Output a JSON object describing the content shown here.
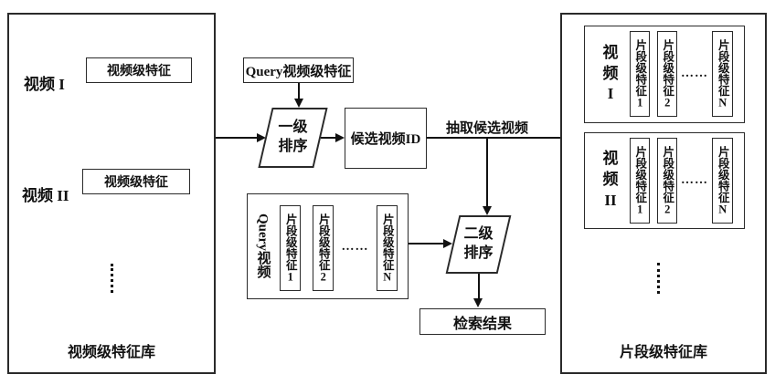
{
  "diagram": {
    "left_library": {
      "title": "视频级特征库",
      "rows": [
        {
          "label": "视频 I",
          "feature": "视频级特征"
        },
        {
          "label": "视频 II",
          "feature": "视频级特征"
        }
      ]
    },
    "query_video_box": {
      "label": "Query视频级特征"
    },
    "stage1": {
      "label": "一级\n排序"
    },
    "candidate_box": {
      "label": "候选视频ID"
    },
    "extract_edge_label": "抽取候选视频",
    "query_segment_box": {
      "label": "Query视频",
      "segments": [
        "片段级特征1",
        "片段级特征2",
        "片段级特征N"
      ],
      "ellipsis": "……"
    },
    "stage2": {
      "label": "二级\n排序"
    },
    "result_box": {
      "label": "检索结果"
    },
    "right_library": {
      "title": "片段级特征库",
      "videos": [
        {
          "label": "视\n频\nI",
          "segments": [
            "片段级特征1",
            "片段级特征2",
            "片段级特征N"
          ],
          "ellipsis": "……"
        },
        {
          "label": "视\n频\nII",
          "segments": [
            "片段级特征1",
            "片段级特征2",
            "片段级特征N"
          ],
          "ellipsis": "……"
        }
      ]
    },
    "colors": {
      "line": "#111111",
      "background": "#ffffff"
    }
  }
}
